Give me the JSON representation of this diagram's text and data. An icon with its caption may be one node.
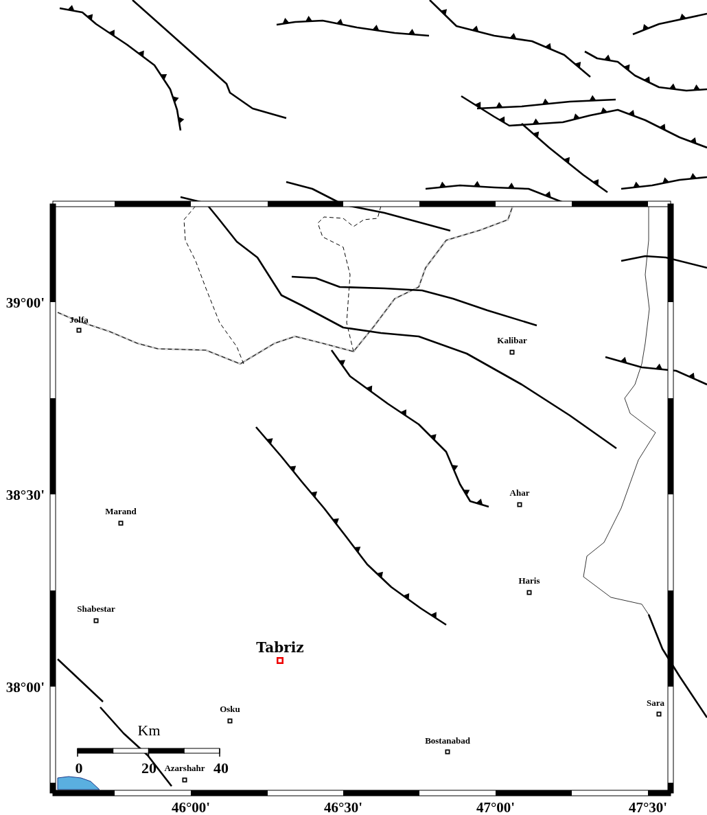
{
  "diagram": {
    "labels": [
      "39°00'",
      "Jolfa",
      "Kalibar",
      "38°30'",
      "Ahar",
      "Marand",
      "Haris",
      "Shabestar",
      "Tabriz",
      "38°00'",
      "Sara",
      "Osku",
      "Km",
      "Bostanabad",
      "0",
      "20",
      "Azarshahr",
      "40",
      "46°00'",
      "46°30'",
      "47°00'",
      "47°30'"
    ]
  }
}
